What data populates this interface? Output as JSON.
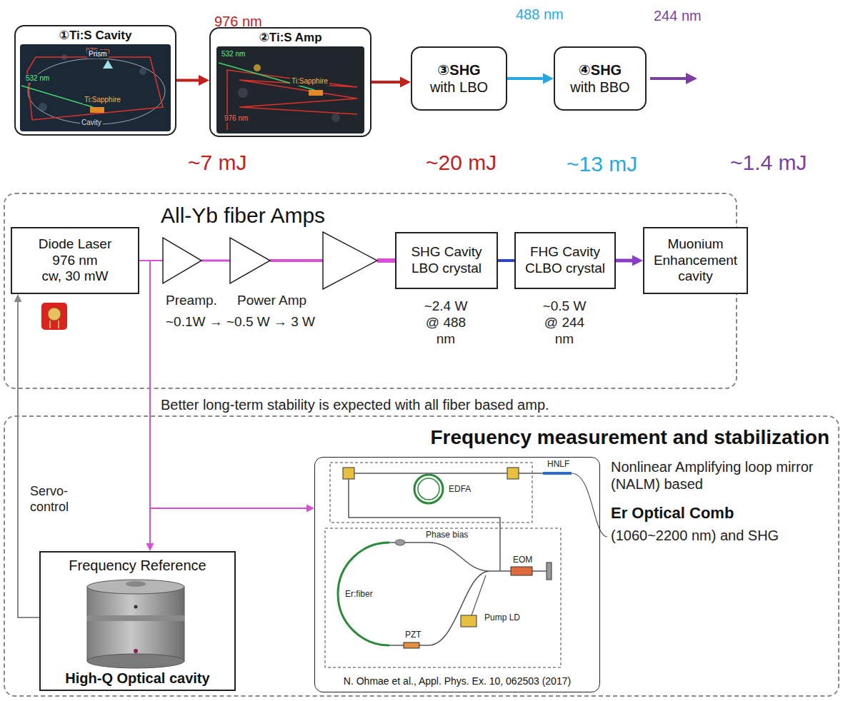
{
  "diagram": {
    "nodes": [
      {
        "text": [
          "①Ti:S Cavity"
        ]
      },
      {
        "text": [
          "②Ti:S Amp"
        ]
      },
      {
        "text": [
          "③SHG",
          "with LBO"
        ]
      },
      {
        "text": [
          "④SHG",
          "with BBO"
        ]
      },
      {
        "text": [
          "All-Yb fiber Amps"
        ]
      },
      {
        "text": [
          "Diode Laser",
          "976 nm",
          "cw, 30 mW"
        ],
        "in": 4
      },
      {
        "text": [
          "SHG Cavity LBO crystal"
        ],
        "in": 4
      },
      {
        "text": [
          "FHG Cavity CLBO crystal"
        ],
        "in": 4
      },
      {
        "text": [
          "Muonium Enhancement cavity"
        ]
      },
      {
        "text": [
          "Frequency measurement and stabilization"
        ]
      },
      {
        "text": [
          "Frequency Reference",
          "High-Q Optical cavity"
        ],
        "in": 9
      },
      {
        "text": [
          "N. Ohmae et al., Appl. Phys. Ex. 10, 062503 (2017)"
        ],
        "in": 9
      }
    ],
    "edges": [
      {
        "from": 0,
        "to": 1,
        "arrow": "to",
        "label": "976 nm"
      },
      {
        "from": 1,
        "to": 2,
        "arrow": "to"
      },
      {
        "from": 2,
        "to": 3,
        "arrow": "to",
        "label": "488 nm"
      },
      {
        "from": 5,
        "to": 6,
        "arrow": "none"
      },
      {
        "from": 6,
        "to": 7,
        "arrow": "none"
      },
      {
        "from": 7,
        "to": 8,
        "arrow": "to"
      },
      {
        "from": 5,
        "to": 10,
        "arrow": "to"
      },
      {
        "from": 5,
        "to": 11,
        "arrow": "to"
      },
      {
        "from": 10,
        "to": 5,
        "arrow": "to"
      }
    ],
    "labels": [
      "976 nm",
      "Prism",
      "532 nm",
      "Ti:Sapphire",
      "Cavity",
      "532 nm",
      "Ti:Sapphire",
      "976 nm",
      "244 nm",
      "~7 mJ",
      "~20 mJ",
      "~13 mJ",
      "~1.4 mJ",
      "Preamp.",
      "Power Amp",
      "~0.1W → ~0.5 W → 3 W",
      "~2.4 W @ 488 nm",
      "~0.5 W @ 244 nm",
      "Better long-term stability is expected with all fiber based amp.",
      "Servo-control",
      "EDFA",
      "HNLF",
      "Phase bias",
      "Er:fiber",
      "EOM",
      "PZT",
      "Pump LD",
      "Nonlinear Amplifying loop mirror (NALM) based",
      "Er Optical Comb",
      "(1060~2200 nm) and SHG"
    ]
  }
}
